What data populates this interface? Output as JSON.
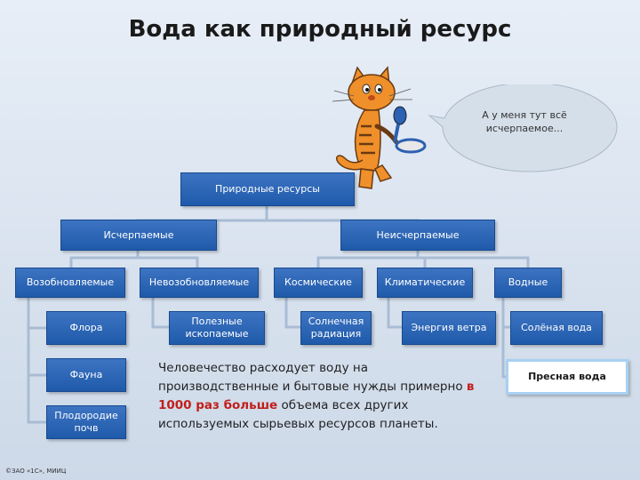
{
  "title": "Вода как природный ресурс",
  "speech": "А у меня тут всё исчерпаемое...",
  "nodes": {
    "root": "Природные ресурсы",
    "exhaustible": "Исчерпаемые",
    "inexhaustible": "Неисчерпаемые",
    "renewable": "Возобновляемые",
    "nonrenewable": "Невозобновляемые",
    "cosmic": "Космические",
    "climatic": "Климатические",
    "water": "Водные",
    "flora": "Флора",
    "fauna": "Фауна",
    "soil": "Плодородие почв",
    "minerals": "Полезные ископаемые",
    "solar": "Солнечная радиация",
    "wind": "Энергия ветра",
    "salt": "Солёная вода",
    "fresh": "Пресная вода"
  },
  "note": {
    "before": "Человечество расходует воду на производственные и бытовые нужды примерно ",
    "highlight": "в 1000 раз больше",
    "after": " объема всех других используемых сырьевых ресурсов планеты."
  },
  "copyright": "©ЗАО «1С», МИИЦ",
  "colors": {
    "box": "#2a63b4",
    "highlight": "#c0201c",
    "cat": "#f0902a"
  }
}
